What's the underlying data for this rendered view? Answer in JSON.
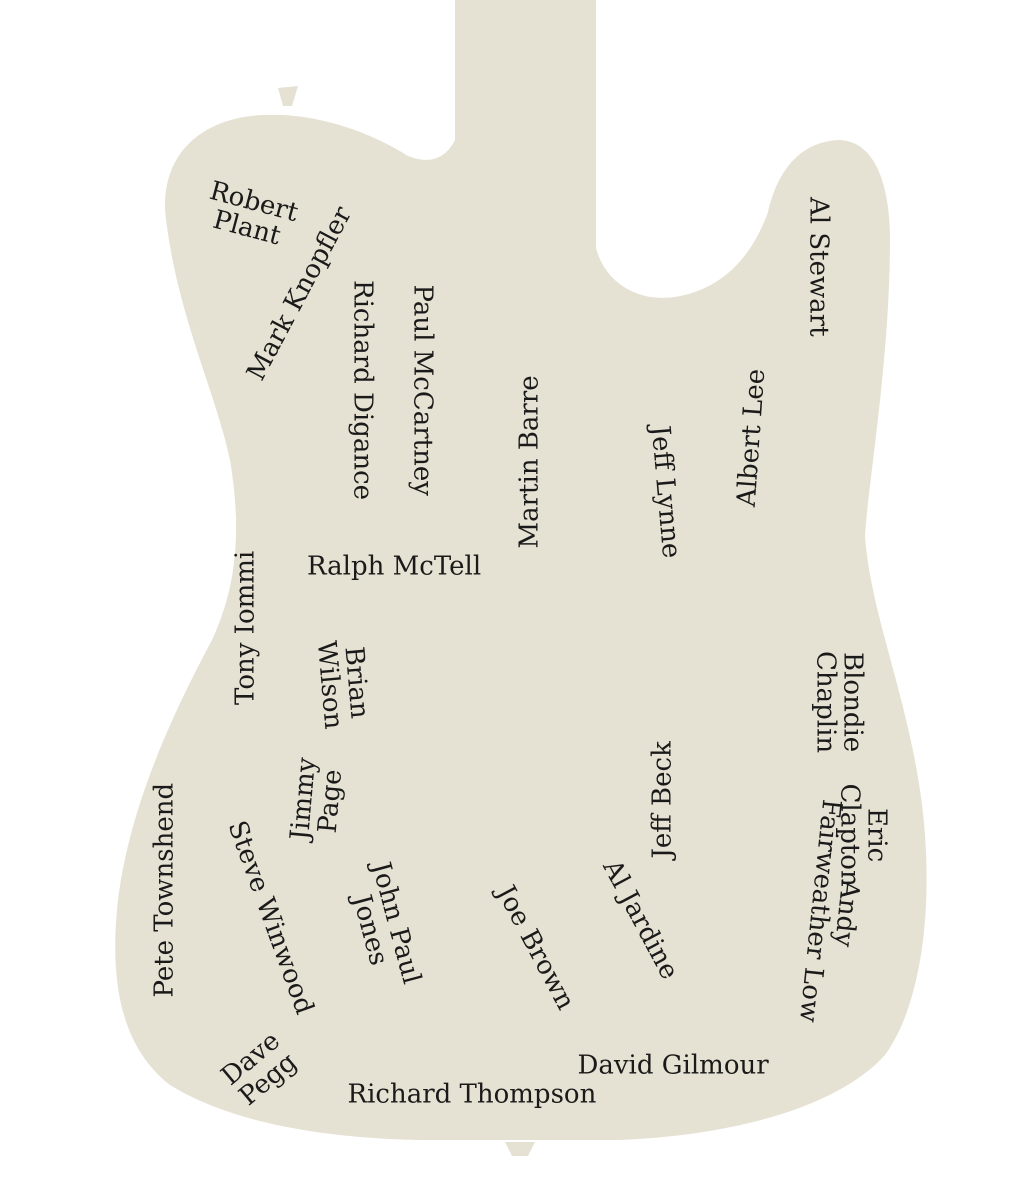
{
  "colors": {
    "body": "#e6e2d3",
    "background": "#ffffff",
    "text": "#1a1a1a"
  },
  "names": [
    "Robert\nPlant",
    "Mark Knopfler",
    "Richard Digance",
    "Paul McCartney",
    "Martin Barre",
    "Jeff Lynne",
    "Albert Lee",
    "Al Stewart",
    "Ralph McTell",
    "Tony Iommi",
    "Brian\nWilson",
    "Blondie\nChaplin",
    "Eric\nClapton",
    "Jimmy\nPage",
    "Pete Townshend",
    "Steve Winwood",
    "John Paul\nJones",
    "Joe Brown",
    "Al Jardine",
    "Jeff Beck",
    "Andy\nFairweather Low",
    "Dave\nPegg",
    "David Gilmour",
    "Richard Thompson"
  ]
}
